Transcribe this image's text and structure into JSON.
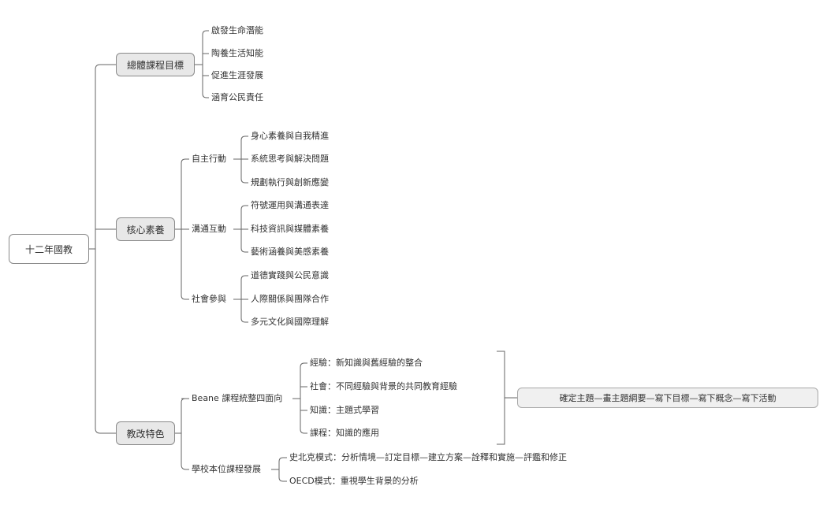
{
  "root": "十二年國教",
  "goals": {
    "title": "總體課程目標",
    "items": [
      "啟發生命潛能",
      "陶養生活知能",
      "促進生涯發展",
      "涵育公民責任"
    ]
  },
  "core": {
    "title": "核心素養",
    "groups": [
      {
        "title": "自主行動",
        "items": [
          "身心素養與自我精進",
          "系統思考與解決問題",
          "規劃執行與創新應變"
        ]
      },
      {
        "title": "溝通互動",
        "items": [
          "符號運用與溝通表達",
          "科技資訊與媒體素養",
          "藝術涵養與美感素養"
        ]
      },
      {
        "title": "社會參與",
        "items": [
          "道德實踐與公民意識",
          "人際關係與團隊合作",
          "多元文化與國際理解"
        ]
      }
    ]
  },
  "reform": {
    "title": "教改特色",
    "beane": {
      "title": "Beane 課程統整四面向",
      "items": [
        "經驗：新知識與舊經驗的整合",
        "社會：不同經驗與背景的共同教育經驗",
        "知識：主題式學習",
        "課程：知識的應用"
      ],
      "summary": "確定主題—畫主題綱要—寫下目標—寫下概念—寫下活動"
    },
    "school": {
      "title": "學校本位課程發展",
      "items": [
        "史北克模式：分析情境—訂定目標—建立方案—詮釋和實施—評鑑和修正",
        "OECD模式：重視學生背景的分析"
      ]
    }
  }
}
